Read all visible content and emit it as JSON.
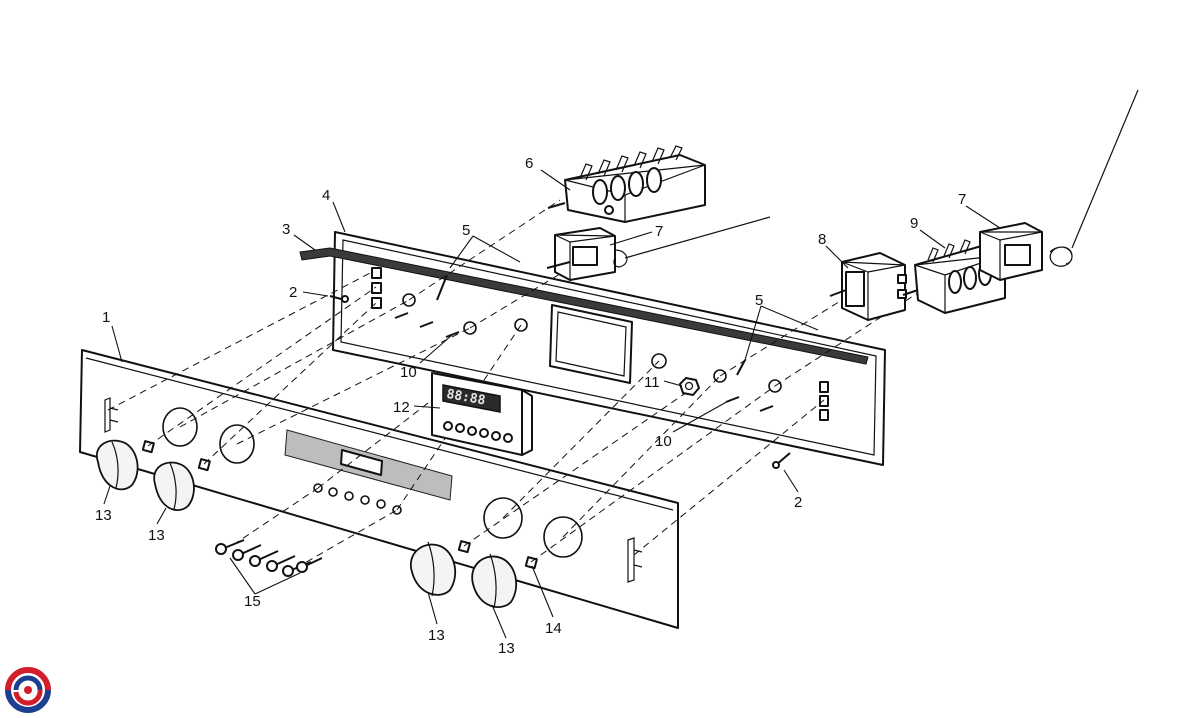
{
  "callouts": {
    "c1": "1",
    "c2a": "2",
    "c2b": "2",
    "c3": "3",
    "c4": "4",
    "c5a": "5",
    "c5b": "5",
    "c6": "6",
    "c7a": "7",
    "c7b": "7",
    "c8": "8",
    "c9": "9",
    "c10a": "10",
    "c10b": "10",
    "c11": "11",
    "c12": "12",
    "c13a": "13",
    "c13b": "13",
    "c13c": "13",
    "c13d": "13",
    "c14": "14",
    "c15": "15"
  },
  "timer_display": "88:88",
  "colors": {
    "logo_red": "#d21e2b",
    "logo_blue": "#1d3f8f"
  },
  "icons": {
    "brand_logo": "swirl-logo-icon"
  }
}
